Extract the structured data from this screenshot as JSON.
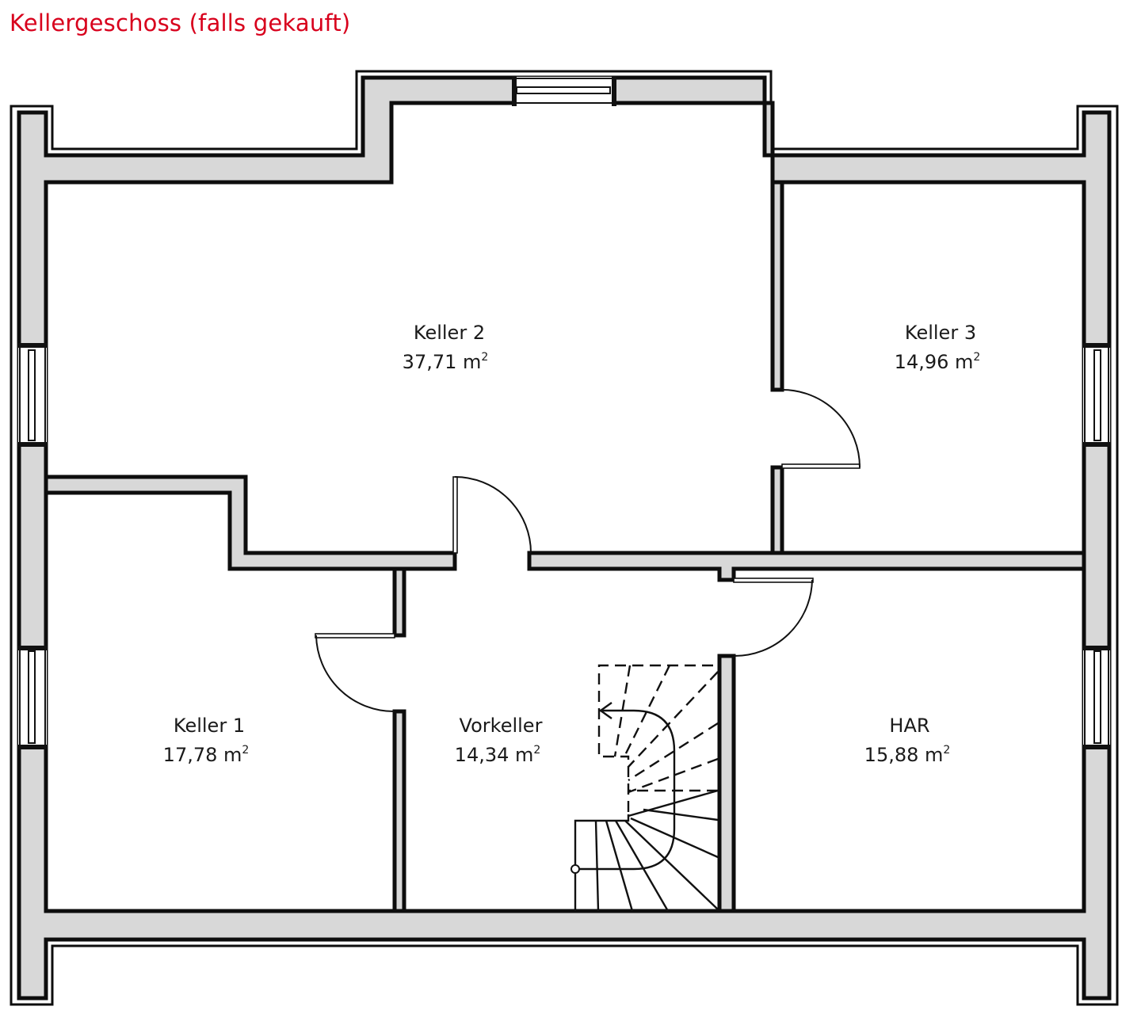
{
  "header": {
    "title": "Kellergeschoss (falls gekauft)",
    "title_color": "#d8001c"
  },
  "colors": {
    "wall_fill": "#d8d8d8",
    "line": "#0d0d0d",
    "background": "#ffffff"
  },
  "rooms": [
    {
      "id": "keller-2",
      "name": "Keller 2",
      "area_value": "37,71 m",
      "area_unit_sup": "2"
    },
    {
      "id": "keller-3",
      "name": "Keller 3",
      "area_value": "14,96 m",
      "area_unit_sup": "2"
    },
    {
      "id": "keller-1",
      "name": "Keller 1",
      "area_value": "17,78 m",
      "area_unit_sup": "2"
    },
    {
      "id": "vorkeller",
      "name": "Vorkeller",
      "area_value": "14,34 m",
      "area_unit_sup": "2"
    },
    {
      "id": "har",
      "name": "HAR",
      "area_value": "15,88 m",
      "area_unit_sup": "2"
    }
  ],
  "fixtures": {
    "doors": [
      "door-keller2-keller3",
      "door-vorkeller-keller2",
      "door-vorkeller-keller1",
      "door-vorkeller-har"
    ],
    "windows": [
      "window-top",
      "window-left-upper",
      "window-left-lower",
      "window-right-upper",
      "window-right-lower"
    ],
    "stair": "winding-staircase"
  }
}
